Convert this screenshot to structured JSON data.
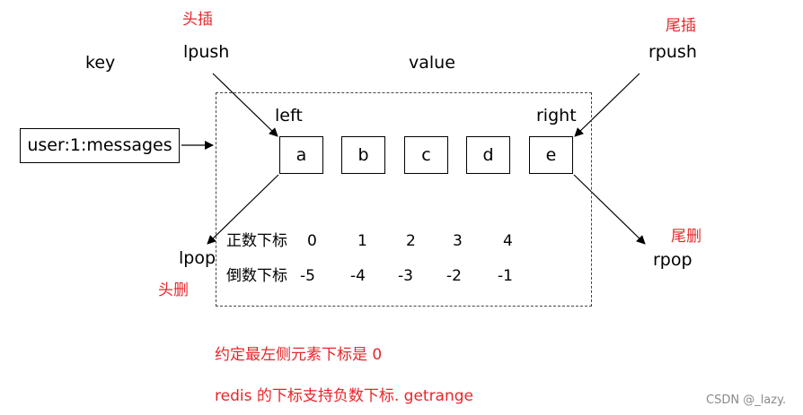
{
  "labels": {
    "key": "key",
    "value": "value",
    "lpush": "lpush",
    "rpush": "rpush",
    "lpop": "lpop",
    "rpop": "rpop",
    "left": "left",
    "right": "right"
  },
  "annotations": {
    "head_insert": "头插",
    "tail_insert": "尾插",
    "head_delete": "头删",
    "tail_delete": "尾删"
  },
  "key_name": "user:1:messages",
  "elements": [
    "a",
    "b",
    "c",
    "d",
    "e"
  ],
  "positive_index_label": "正数下标",
  "positive_indices": [
    "0",
    "1",
    "2",
    "3",
    "4"
  ],
  "negative_index_label": "倒数下标",
  "negative_indices": [
    "-5",
    "-4",
    "-3",
    "-2",
    "-1"
  ],
  "notes": {
    "line1": "约定最左侧元素下标是 0",
    "line2": "redis 的下标支持负数下标. getrange"
  },
  "watermark": "CSDN @_lazy."
}
